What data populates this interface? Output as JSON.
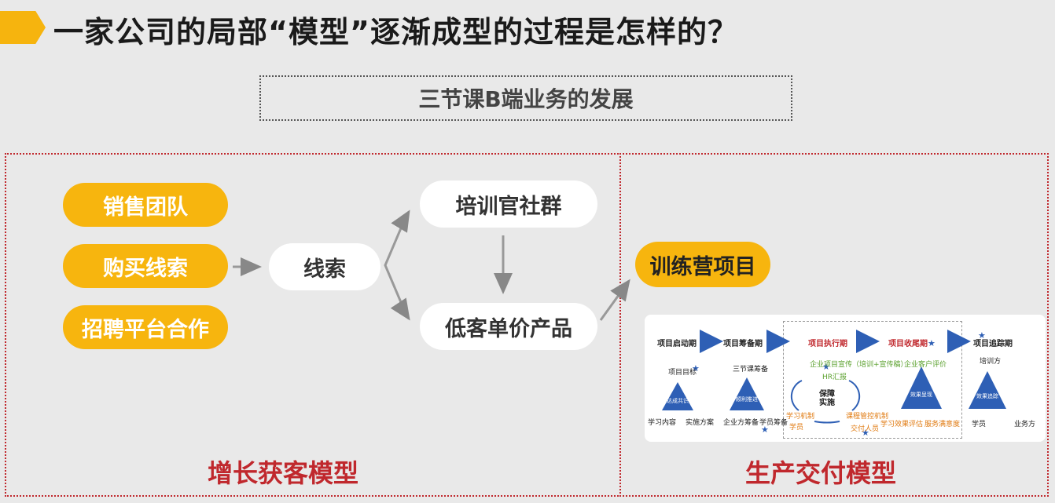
{
  "header": {
    "title": "一家公司的局部“模型”逐渐成型的过程是怎样的？"
  },
  "subtitle": "三节课B端业务的发展",
  "left_panel": {
    "label": "增长获客模型",
    "sources": [
      "销售团队",
      "购买线索",
      "招聘平台合作"
    ],
    "lead": "线索",
    "branches": [
      "培训官社群",
      "低客单价产品"
    ]
  },
  "right_panel": {
    "label": "生产交付模型",
    "target": "训练营项目",
    "thumbnail": {
      "phases": [
        "项目启动期",
        "项目筹备期",
        "项目执行期",
        "项目收尾期",
        "项目追踪期"
      ],
      "small_labels": {
        "goal": "项目目标",
        "prep": "三节课筹备",
        "promo": "企业项目宣传（培训+宣传稿）",
        "hr": "HR汇报",
        "eval": "企业客户评价",
        "train": "培训方",
        "study_content": "学习内容",
        "impl_plan": "实施方案",
        "company_prep": "企业方筹备",
        "student_prep": "学员筹备",
        "study_mech": "学习机制",
        "student": "学员",
        "course_ctrl": "课程管控机制",
        "delivery": "交付人员",
        "study_eval": "学习效果评估",
        "service": "服务满意度",
        "student2": "学员",
        "biz": "业务方",
        "ensure": "保障实施"
      },
      "triangles": [
        "达成共识",
        "顺利推进",
        "效果呈现",
        "效果追踪"
      ]
    }
  },
  "colors": {
    "accent_yellow": "#f7b50e",
    "accent_red": "#c0282d",
    "blue": "#2e5fb5"
  }
}
